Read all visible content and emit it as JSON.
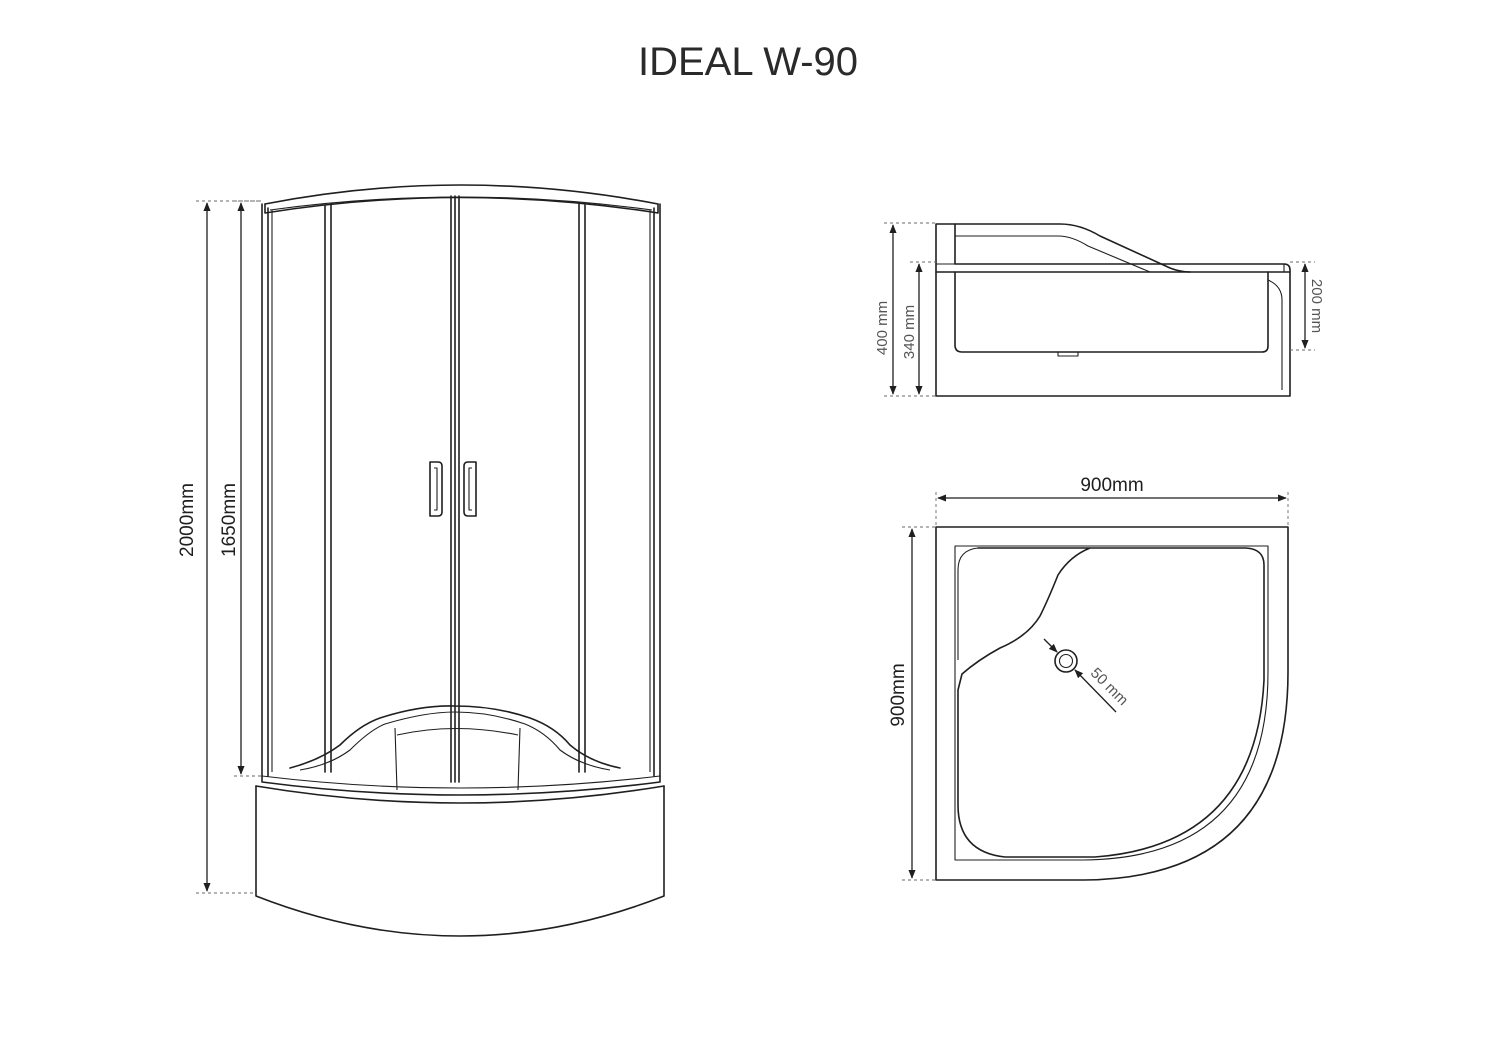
{
  "title": "IDEAL W-90",
  "front_view": {
    "total_height": "2000mm",
    "enclosure_height": "1650mm"
  },
  "side_view": {
    "total_height": "400 mm",
    "inner_height": "340 mm",
    "tray_depth": "200 mm"
  },
  "top_view": {
    "width": "900mm",
    "depth": "900mm",
    "drain_diameter": "50 mm"
  }
}
